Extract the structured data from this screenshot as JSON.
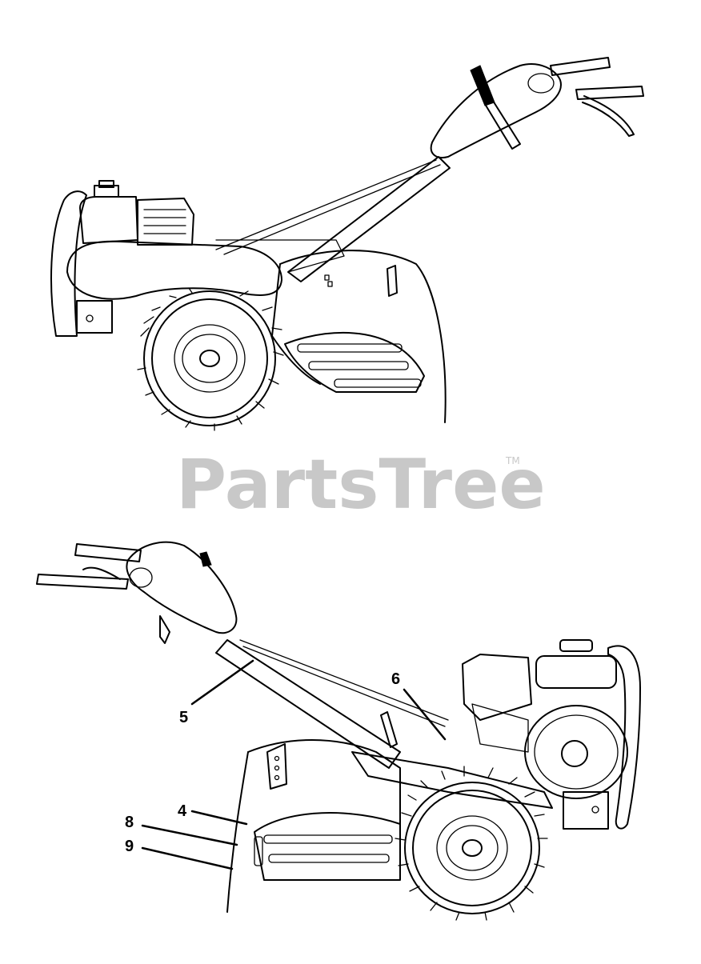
{
  "watermark": {
    "text": "PartsTree",
    "trademark": "TM"
  },
  "callouts": [
    {
      "id": "4",
      "label": "4"
    },
    {
      "id": "5",
      "label": "5"
    },
    {
      "id": "6",
      "label": "6"
    },
    {
      "id": "8",
      "label": "8"
    },
    {
      "id": "9",
      "label": "9"
    }
  ]
}
